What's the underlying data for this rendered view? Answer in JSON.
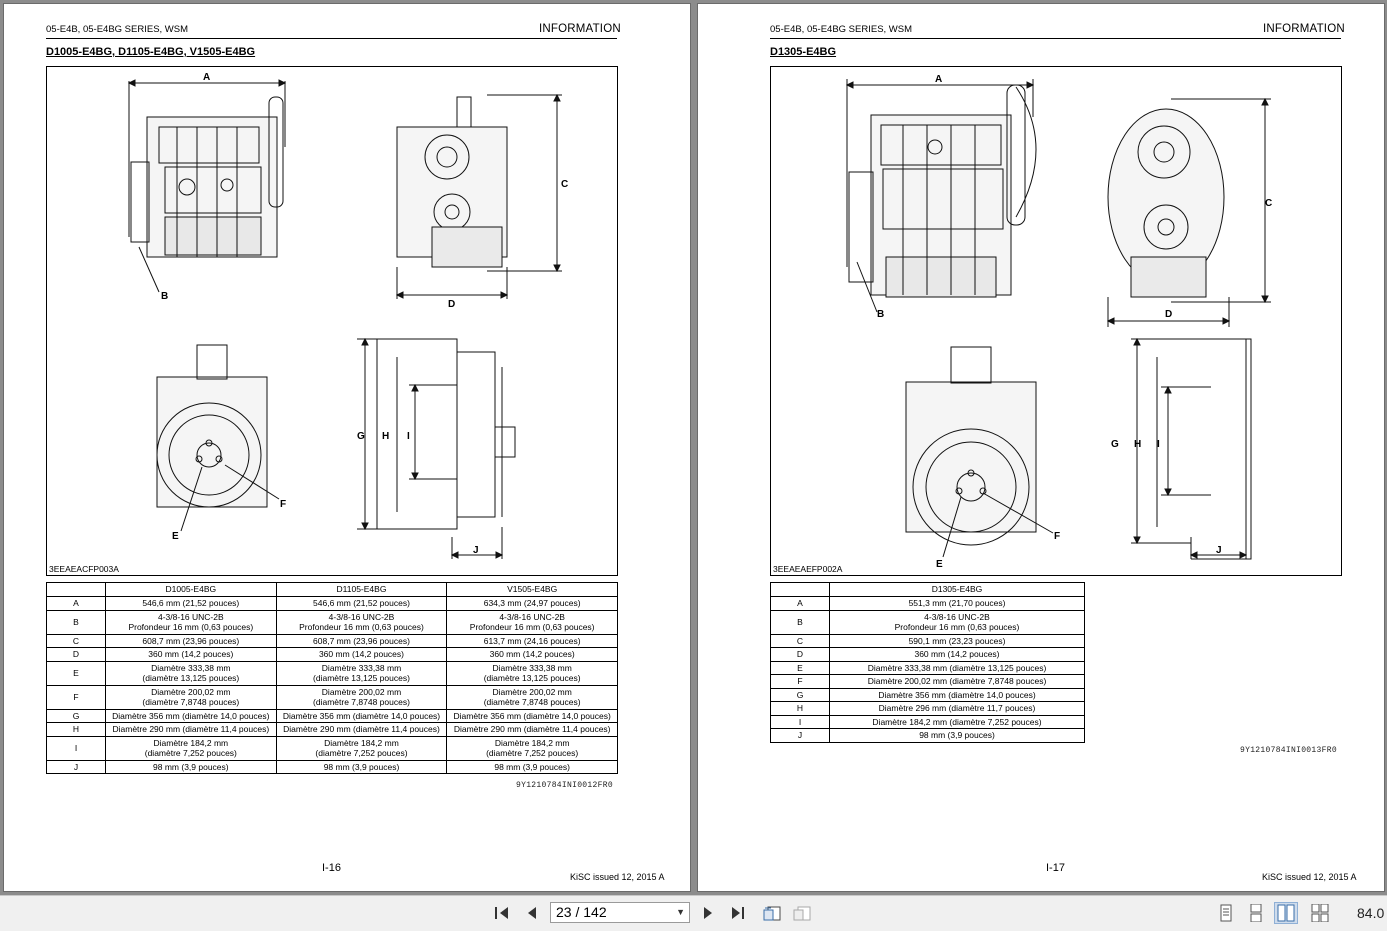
{
  "left_page": {
    "series": "05-E4B, 05-E4BG SERIES, WSM",
    "section": "INFORMATION",
    "title": "D1005-E4BG, D1105-E4BG, V1505-E4BG",
    "figure_code": "3EEAEACFP003A",
    "labels": {
      "A": "A",
      "B": "B",
      "C": "C",
      "D": "D",
      "E": "E",
      "F": "F",
      "G": "G",
      "H": "H",
      "I": "I",
      "J": "J"
    },
    "table": {
      "columns": [
        "D1005-E4BG",
        "D1105-E4BG",
        "V1505-E4BG"
      ],
      "rows": [
        {
          "key": "A",
          "c": [
            [
              "546,6 mm (21,52 pouces)"
            ],
            [
              "546,6 mm (21,52 pouces)"
            ],
            [
              "634,3 mm (24,97 pouces)"
            ]
          ]
        },
        {
          "key": "B",
          "c": [
            [
              "4-3/8-16 UNC-2B",
              "Profondeur 16 mm (0,63 pouces)"
            ],
            [
              "4-3/8-16 UNC-2B",
              "Profondeur 16 mm (0,63 pouces)"
            ],
            [
              "4-3/8-16 UNC-2B",
              "Profondeur 16 mm (0,63 pouces)"
            ]
          ]
        },
        {
          "key": "C",
          "c": [
            [
              "608,7 mm (23,96 pouces)"
            ],
            [
              "608,7 mm (23,96 pouces)"
            ],
            [
              "613,7 mm (24,16 pouces)"
            ]
          ]
        },
        {
          "key": "D",
          "c": [
            [
              "360 mm (14,2 pouces)"
            ],
            [
              "360 mm (14,2 pouces)"
            ],
            [
              "360 mm (14,2 pouces)"
            ]
          ]
        },
        {
          "key": "E",
          "c": [
            [
              "Diamètre 333,38 mm",
              "(diamètre 13,125 pouces)"
            ],
            [
              "Diamètre 333,38 mm",
              "(diamètre 13,125 pouces)"
            ],
            [
              "Diamètre 333,38 mm",
              "(diamètre 13,125 pouces)"
            ]
          ]
        },
        {
          "key": "F",
          "c": [
            [
              "Diamètre 200,02 mm",
              "(diamètre 7,8748 pouces)"
            ],
            [
              "Diamètre 200,02 mm",
              "(diamètre 7,8748 pouces)"
            ],
            [
              "Diamètre 200,02 mm",
              "(diamètre 7,8748 pouces)"
            ]
          ]
        },
        {
          "key": "G",
          "c": [
            [
              "Diamètre 356 mm (diamètre 14,0 pouces)"
            ],
            [
              "Diamètre 356 mm (diamètre 14,0 pouces)"
            ],
            [
              "Diamètre 356 mm (diamètre 14,0 pouces)"
            ]
          ]
        },
        {
          "key": "H",
          "c": [
            [
              "Diamètre 290 mm (diamètre 11,4 pouces)"
            ],
            [
              "Diamètre 290 mm (diamètre 11,4 pouces)"
            ],
            [
              "Diamètre 290 mm (diamètre 11,4 pouces)"
            ]
          ]
        },
        {
          "key": "I",
          "c": [
            [
              "Diamètre 184,2 mm",
              "(diamètre 7,252 pouces)"
            ],
            [
              "Diamètre 184,2 mm",
              "(diamètre 7,252 pouces)"
            ],
            [
              "Diamètre 184,2 mm",
              "(diamètre 7,252 pouces)"
            ]
          ]
        },
        {
          "key": "J",
          "c": [
            [
              "98 mm (3,9 pouces)"
            ],
            [
              "98 mm (3,9 pouces)"
            ],
            [
              "98 mm (3,9 pouces)"
            ]
          ]
        }
      ]
    },
    "doc_ref": "9Y1210784INI0012FR0",
    "page_number": "I-16",
    "issued": "KiSC issued 12, 2015 A"
  },
  "right_page": {
    "series": "05-E4B, 05-E4BG SERIES, WSM",
    "section": "INFORMATION",
    "title": "D1305-E4BG",
    "figure_code": "3EEAEAEFP002A",
    "labels": {
      "A": "A",
      "B": "B",
      "C": "C",
      "D": "D",
      "E": "E",
      "F": "F",
      "G": "G",
      "H": "H",
      "I": "I",
      "J": "J"
    },
    "table": {
      "columns": [
        "D1305-E4BG"
      ],
      "rows": [
        {
          "key": "A",
          "c": [
            [
              "551,3 mm (21,70 pouces)"
            ]
          ]
        },
        {
          "key": "B",
          "c": [
            [
              "4-3/8-16 UNC-2B",
              "Profondeur 16 mm (0,63 pouces)"
            ]
          ]
        },
        {
          "key": "C",
          "c": [
            [
              "590,1 mm (23,23 pouces)"
            ]
          ]
        },
        {
          "key": "D",
          "c": [
            [
              "360 mm (14,2 pouces)"
            ]
          ]
        },
        {
          "key": "E",
          "c": [
            [
              "Diamètre 333,38 mm (diamètre 13,125 pouces)"
            ]
          ]
        },
        {
          "key": "F",
          "c": [
            [
              "Diamètre 200,02 mm (diamètre 7,8748 pouces)"
            ]
          ]
        },
        {
          "key": "G",
          "c": [
            [
              "Diamètre 356 mm (diamètre 14,0 pouces)"
            ]
          ]
        },
        {
          "key": "H",
          "c": [
            [
              "Diamètre 296 mm (diamètre 11,7 pouces)"
            ]
          ]
        },
        {
          "key": "I",
          "c": [
            [
              "Diamètre 184,2 mm (diamètre 7,252 pouces)"
            ]
          ]
        },
        {
          "key": "J",
          "c": [
            [
              "98 mm (3,9 pouces)"
            ]
          ]
        }
      ]
    },
    "doc_ref": "9Y1210784INI0013FR0",
    "page_number": "I-17",
    "issued": "KiSC issued 12, 2015 A"
  },
  "toolbar": {
    "page_display": "23 / 142",
    "zoom": "84.0",
    "icons": [
      "first-page-icon",
      "previous-page-icon",
      "next-page-icon",
      "last-page-icon",
      "previous-view-icon",
      "next-view-icon",
      "single-page-icon",
      "continuous-icon",
      "facing-pages-icon",
      "continuous-facing-icon"
    ]
  }
}
